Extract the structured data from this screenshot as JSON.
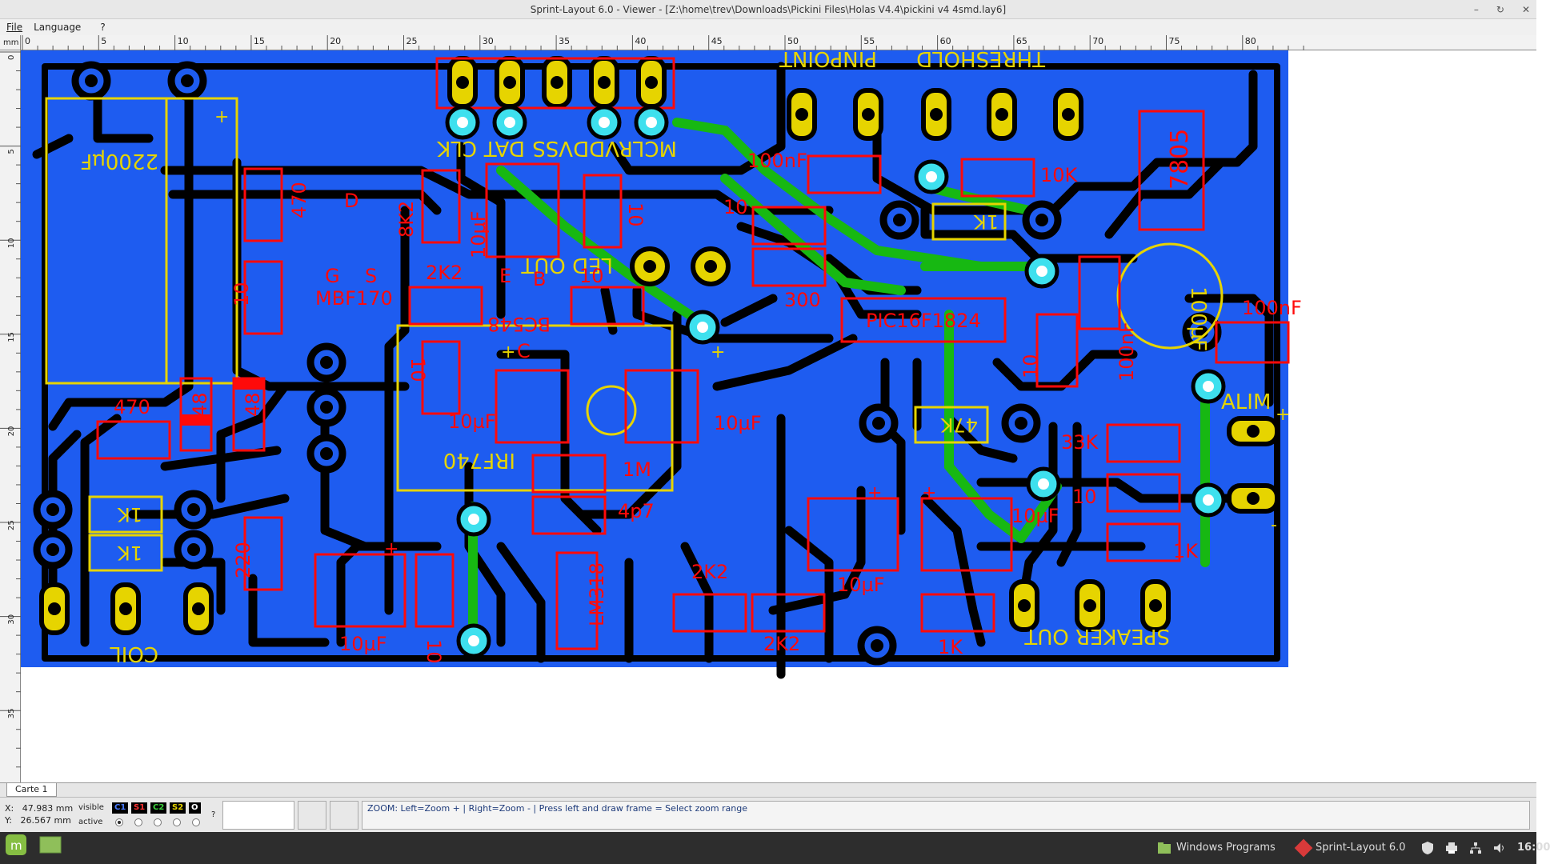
{
  "window": {
    "title": "Sprint-Layout 6.0 - Viewer - [Z:\\home\\trev\\Downloads\\Pickini Files\\Holas V4.4\\pickini v4 4smd.lay6]"
  },
  "menu": {
    "file": "File",
    "language": "Language",
    "help": "?"
  },
  "ruler": {
    "unit": "mm",
    "h_ticks": [
      "0",
      "5",
      "10",
      "15",
      "20",
      "25",
      "30",
      "35",
      "40",
      "45",
      "50",
      "55",
      "60",
      "65",
      "70",
      "75",
      "80"
    ],
    "v_ticks": [
      "0",
      "5",
      "10",
      "15",
      "20",
      "25",
      "30",
      "35"
    ]
  },
  "colors": {
    "board": "#1e5cf0",
    "copper_top": "#1e5cf0",
    "track": "#000000",
    "pad": "#e6d400",
    "via": "#3ee0ee",
    "green_track": "#17b812",
    "silk": "#e6d400",
    "smd": "#ff0a0a"
  },
  "pcb": {
    "labels": {
      "cap2200": "2200µF",
      "r470a": "470",
      "d": "D",
      "r8k2": "8K2",
      "c10uf_a": "10µF",
      "r10_a": "10",
      "clk": "CLK",
      "dat": "DAT",
      "vss": "VSS",
      "vdd": "VDD",
      "mclr": "MCLR",
      "c100nf_a": "100nF",
      "r10k": "10K",
      "r7805": "7805",
      "pinpoint": "PINPOINT",
      "threshold": "THRESHOLD",
      "r10_b": "10",
      "r1k_a": "1K",
      "r300": "300",
      "led_out": "LED OUT",
      "r10_c": "10",
      "g": "G",
      "s": "S",
      "mbf170": "MBF170",
      "r2k2_a": "2K2",
      "e": "E",
      "b": "B",
      "c": "C",
      "bc548": "BC548",
      "r10_d": "10",
      "pic": "PIC16F1824",
      "c100uf": "100µF",
      "c100nf_b": "100nF",
      "c100nf_c": "100nF",
      "r10_e": "10",
      "r10_f": "10",
      "r48a": "48",
      "r48b": "48",
      "r470b": "470",
      "c10uf_b": "10µF",
      "c10uf_c": "10µF",
      "irf740": "IRF740",
      "r1m": "1M",
      "r4p7": "4p7",
      "r47k": "47K",
      "r33k": "33K",
      "alim": "ALIM",
      "r10_g": "10",
      "c10uf_d": "10µF",
      "r1k_b": "1K",
      "r1k_c": "1K",
      "r1k_d": "1K",
      "r220": "220",
      "coil": "COIL",
      "c10uf_e": "10µF",
      "r10_h": "10",
      "lm318": "LM318",
      "r2k2_b": "2K2",
      "r2k2_c": "2K2",
      "c10uf_f": "10µF",
      "r1k_e": "1K",
      "speaker_out": "SPEAKER OUT",
      "plus": "+",
      "minus": "-"
    }
  },
  "tabs": {
    "board1": "Carte 1"
  },
  "status": {
    "x_label": "X:",
    "x_value": "47.983 mm",
    "y_label": "Y:",
    "y_value": "26.567 mm",
    "visible": "visible",
    "active": "active",
    "layers": [
      "C1",
      "S1",
      "C2",
      "S2",
      "O"
    ],
    "layer_colors": [
      "#4a7bff",
      "#ff3333",
      "#3bd13b",
      "#e6d400",
      "#ffffff"
    ],
    "help": "?",
    "zoom_hint": "ZOOM:  Left=Zoom +  |  Right=Zoom -  |  Press left and draw frame = Select zoom range"
  },
  "taskbar": {
    "windows_programs": "Windows Programs",
    "sprint_layout": "Sprint-Layout 6.0",
    "clock": "16:00"
  }
}
